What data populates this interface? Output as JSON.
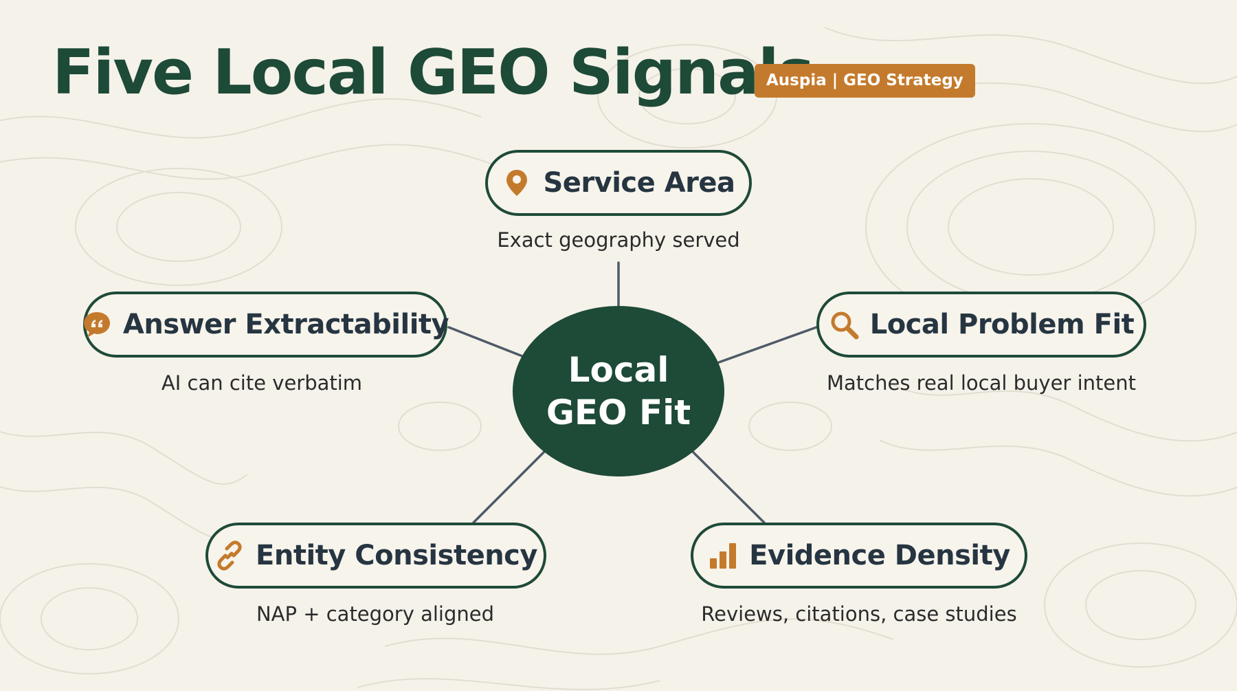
{
  "title": "Five Local GEO Signals",
  "badge": "Auspia | GEO Strategy",
  "hub": {
    "label": "Local GEO Fit"
  },
  "signals": [
    {
      "label": "Service Area",
      "description": "Exact geography served",
      "icon": "map-pin-icon"
    },
    {
      "label": "Answer Extractability",
      "description": "AI can cite verbatim",
      "icon": "speech-bubble-quote-icon"
    },
    {
      "label": "Local Problem Fit",
      "description": "Matches real local buyer intent",
      "icon": "magnifier-icon"
    },
    {
      "label": "Entity Consistency",
      "description": "NAP + category aligned",
      "icon": "chain-link-icon"
    },
    {
      "label": "Evidence Density",
      "description": "Reviews, citations, case studies",
      "icon": "bar-chart-icon"
    }
  ],
  "colors": {
    "primary": "#1e4a38",
    "accent": "#c47a2c",
    "background": "#f5f2ea",
    "connector": "#4e5a68",
    "label_text": "#263541"
  }
}
